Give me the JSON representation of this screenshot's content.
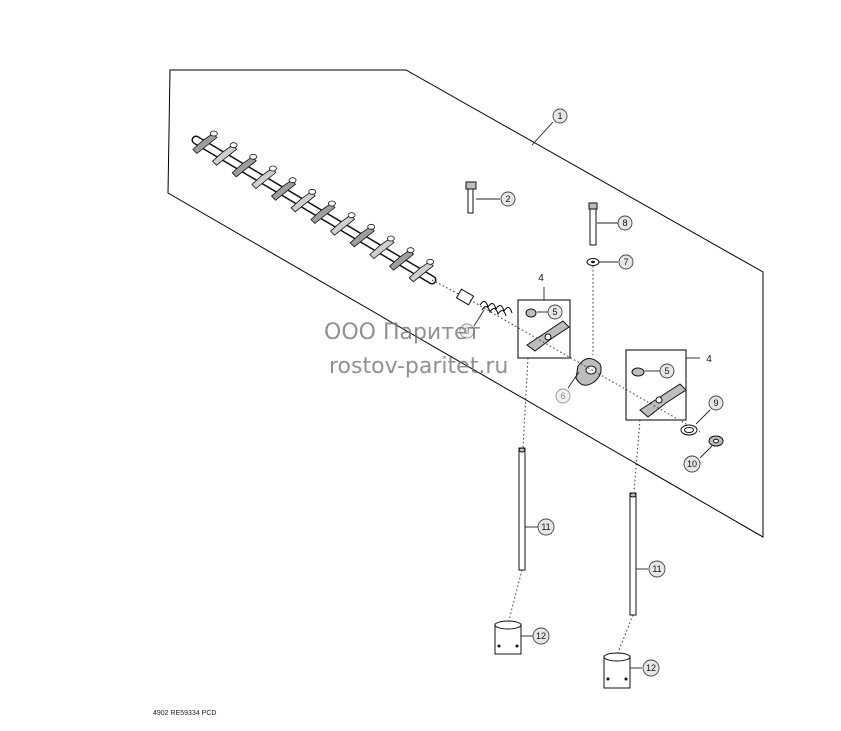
{
  "callouts": {
    "c1": "1",
    "c2": "2",
    "c3": "3",
    "c4a": "4",
    "c4b": "4",
    "c5a": "5",
    "c5b": "5",
    "c6": "6",
    "c7": "7",
    "c8": "8",
    "c9": "9",
    "c10": "10",
    "c11a": "11",
    "c11b": "11",
    "c12a": "12",
    "c12b": "12"
  },
  "watermark": {
    "line1": "ООО Паритет",
    "line2": "rostov-paritet.ru"
  },
  "footer": {
    "code": "4902  RE59334  PCD"
  }
}
